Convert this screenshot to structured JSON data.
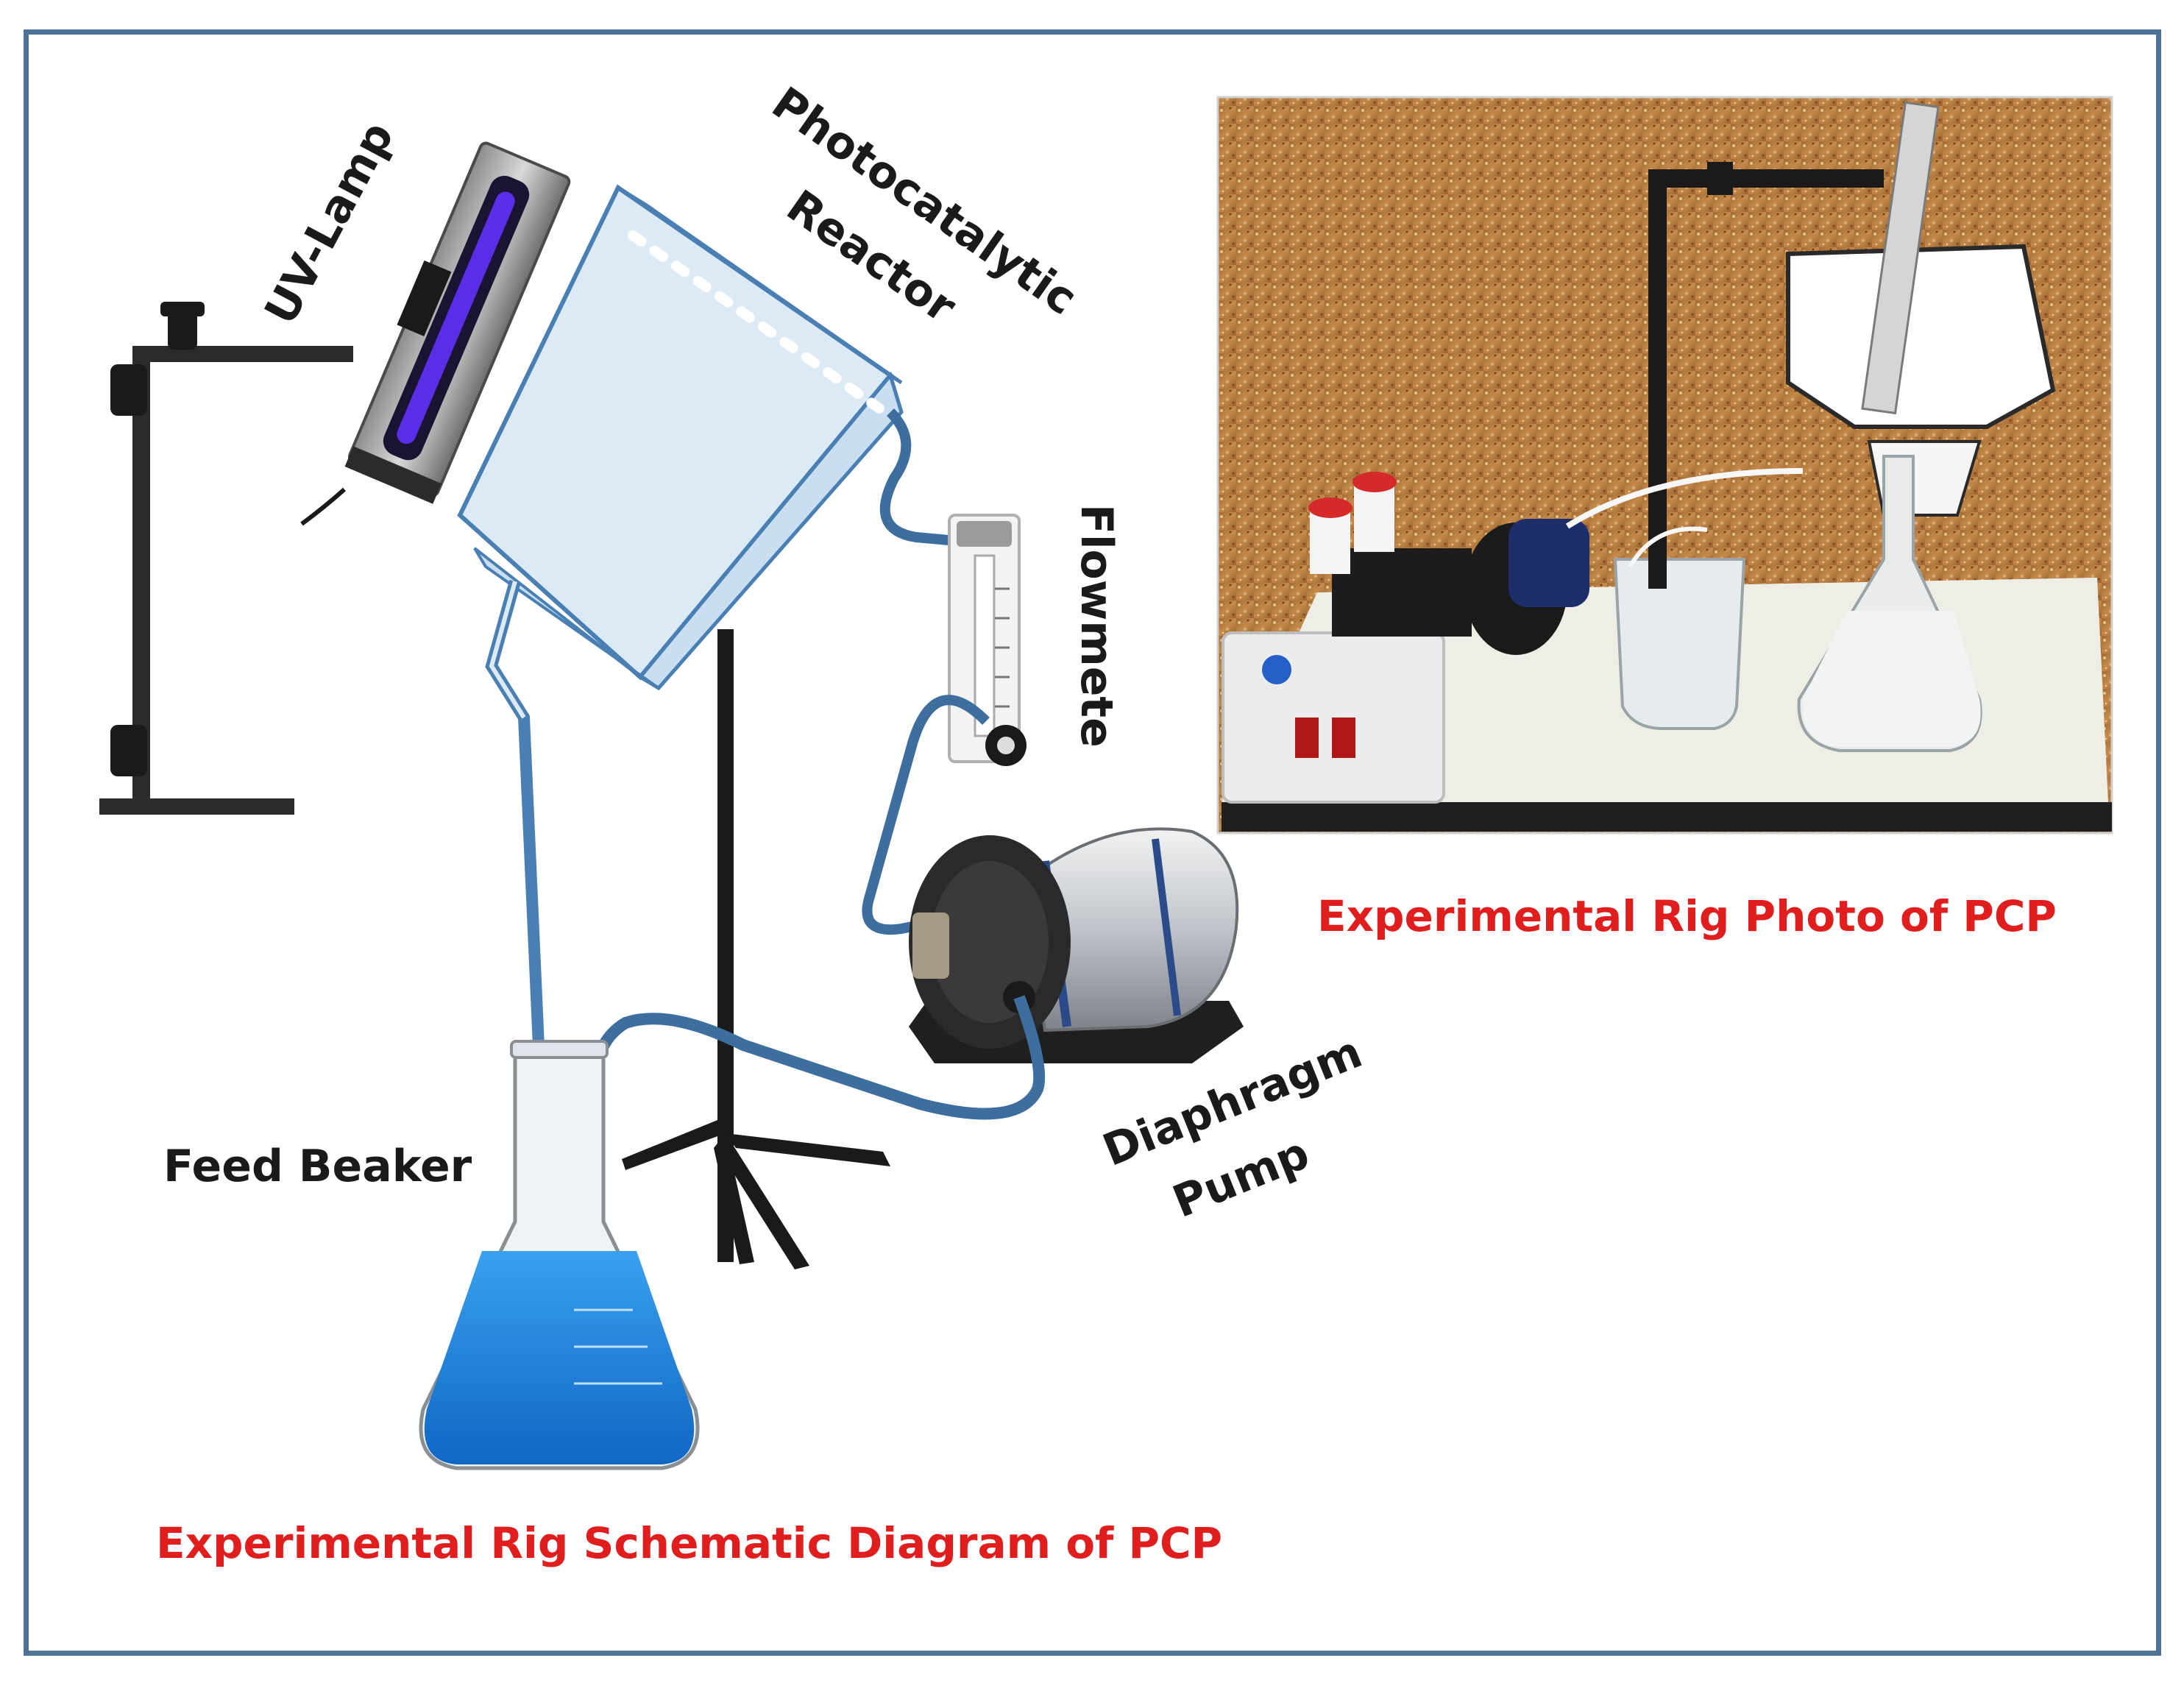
{
  "labels": {
    "uv_lamp": "UV-Lamp",
    "reactor_line1": "Photocatalytic",
    "reactor_line2": "Reactor",
    "flowmeter": "Flowmete",
    "pump_line1": "Diaphragm",
    "pump_line2": "Pump",
    "feed_beaker": "Feed Beaker"
  },
  "captions": {
    "photo": "Experimental Rig Photo of PCP",
    "schematic": "Experimental Rig Schematic Diagram of PCP"
  },
  "colors": {
    "frame": "#4e7397",
    "tube": "#3d6e9e",
    "reactor": "#4a7fb3",
    "liquid": "#1d7fd6",
    "caption": "#e01e1e",
    "uv_glow": "#5a2ee6"
  }
}
